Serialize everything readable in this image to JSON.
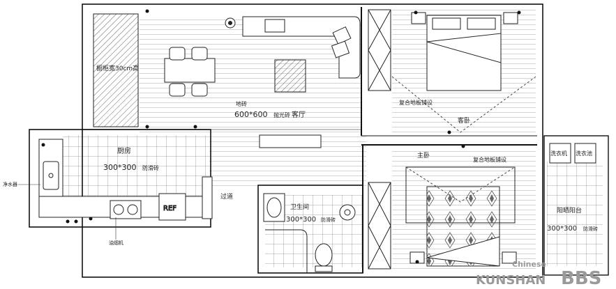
{
  "rooms": {
    "living": {
      "floor": "地砖",
      "tile": "600*600",
      "tile_note": "抛光砖",
      "name": "客厅"
    },
    "cabinet": {
      "label": "橱柜宽30cm高"
    },
    "kitchen": {
      "name": "厨房",
      "tile": "300*300",
      "tile_note": "防滑砖"
    },
    "corridor": {
      "name": "过道"
    },
    "bathroom": {
      "name": "卫生间",
      "tile": "300*300",
      "tile_note": "防滑砖"
    },
    "second_bedroom": {
      "name": "客卧",
      "floor": "复合地板铺设"
    },
    "master_bedroom": {
      "name": "主卧",
      "floor": "复合地板铺设"
    },
    "balcony": {
      "name": "阳晒阳台",
      "tile": "300*300",
      "tile_note": "防滑砖"
    }
  },
  "appliances": {
    "washer": "洗衣机",
    "dryer": "洗衣池",
    "fridge": "REF",
    "water_heater_left": "净水器",
    "hood": "油烟机"
  },
  "watermark": {
    "top": "Chinese",
    "bottom": "KUNSHAN",
    "brand": "BBS"
  }
}
